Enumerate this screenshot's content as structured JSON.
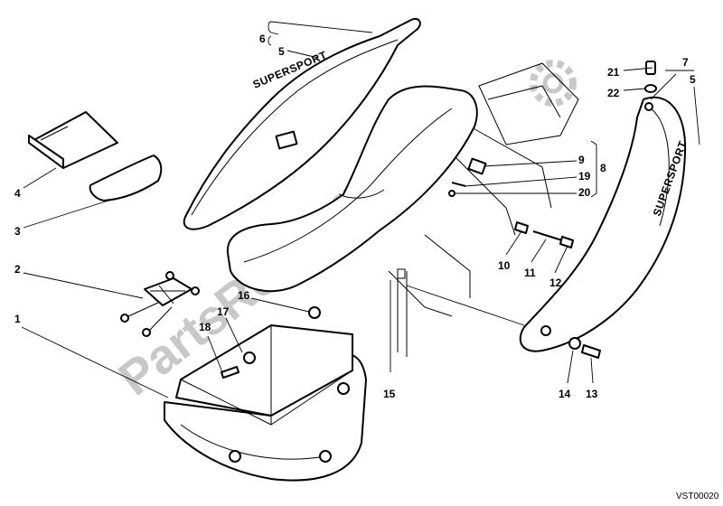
{
  "diagram": {
    "code": "VST00020",
    "watermark": "PartsRepublik",
    "brand_text": "SUPERSPORT",
    "callouts": {
      "p1": "1",
      "p2": "2",
      "p3": "3",
      "p4": "4",
      "p5a": "5",
      "p5b": "5",
      "p6": "6",
      "p7": "7",
      "p8": "8",
      "p9": "9",
      "p10": "10",
      "p11": "11",
      "p12": "12",
      "p13": "13",
      "p14": "14",
      "p15": "15",
      "p16": "16",
      "p17": "17",
      "p18": "18",
      "p19": "19",
      "p20": "20",
      "p21": "21",
      "p22": "22"
    }
  }
}
